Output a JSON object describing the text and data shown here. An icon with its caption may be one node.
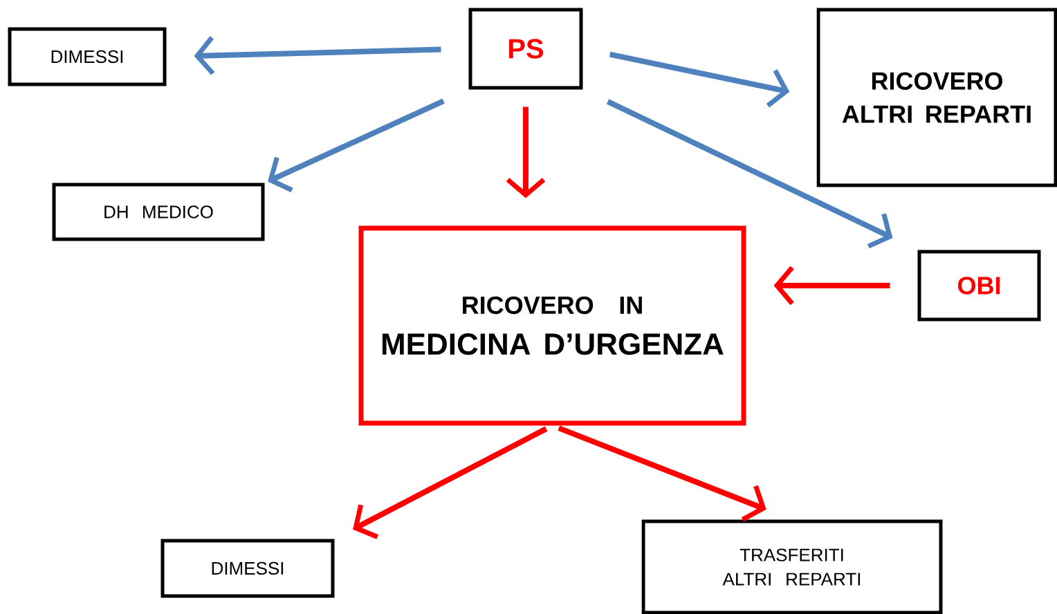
{
  "diagram": {
    "nodes": [
      {
        "text": [
          "PS"
        ]
      },
      {
        "text": [
          "DIMESSI"
        ]
      },
      {
        "text": [
          "RICOVERO ALTRI REPARTI"
        ]
      },
      {
        "text": [
          "DH MEDICO"
        ]
      },
      {
        "text": [
          "RICOVERO IN",
          "MEDICINA D’URGENZA"
        ]
      },
      {
        "text": [
          "OBI"
        ]
      },
      {
        "text": [
          "DIMESSI"
        ]
      },
      {
        "text": [
          "TRASFERITI ALTRI REPARTI"
        ]
      }
    ],
    "edges": [
      {
        "from": 0,
        "to": 1,
        "arrow": "to",
        "color": "#4f81bd"
      },
      {
        "from": 0,
        "to": 2,
        "arrow": "to",
        "color": "#4f81bd"
      },
      {
        "from": 0,
        "to": 3,
        "arrow": "to",
        "color": "#4f81bd"
      },
      {
        "from": 0,
        "to": 4,
        "arrow": "to",
        "color": "#ff0000"
      },
      {
        "from": 0,
        "to": 5,
        "arrow": "to",
        "color": "#4f81bd"
      },
      {
        "from": 5,
        "to": 4,
        "arrow": "to",
        "color": "#ff0000"
      },
      {
        "from": 4,
        "to": 6,
        "arrow": "to",
        "color": "#ff0000"
      },
      {
        "from": 4,
        "to": 7,
        "arrow": "to",
        "color": "#ff0000"
      }
    ]
  }
}
